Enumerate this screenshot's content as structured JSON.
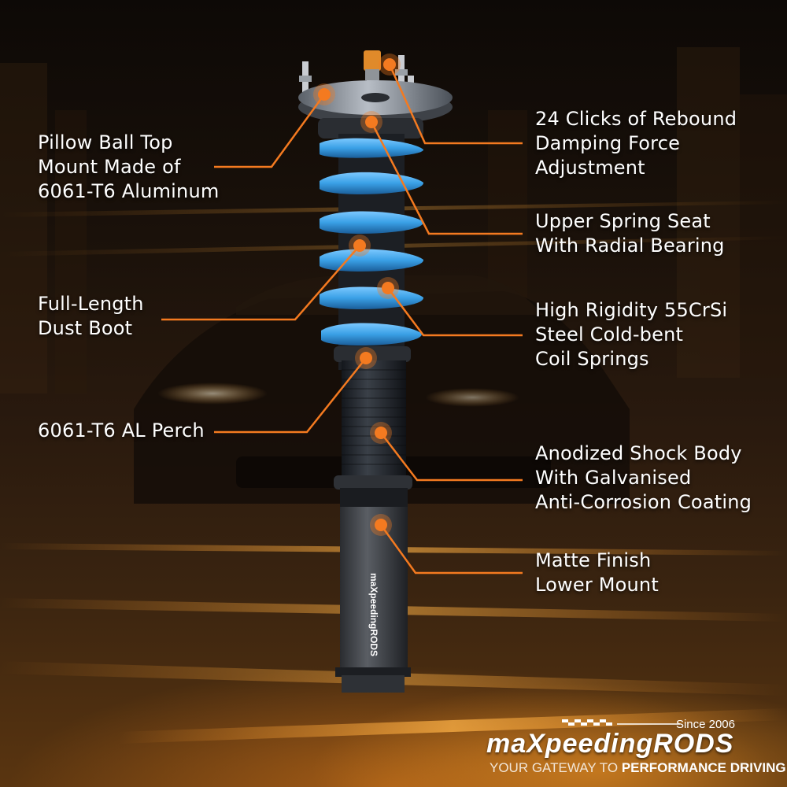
{
  "colors": {
    "accent": "#f47a20",
    "spring": "#3aa0e6",
    "text": "#ffffff"
  },
  "callouts": [
    {
      "id": "pillow-ball-top-mount",
      "lines": [
        "Pillow Ball Top",
        "Mount Made of",
        "6061-T6 Aluminum"
      ]
    },
    {
      "id": "rebound-damping",
      "lines": [
        "24 Clicks of Rebound",
        "Damping Force",
        "Adjustment"
      ]
    },
    {
      "id": "upper-spring-seat",
      "lines": [
        "Upper Spring Seat",
        "With Radial Bearing"
      ]
    },
    {
      "id": "dust-boot",
      "lines": [
        "Full-Length",
        "Dust Boot"
      ]
    },
    {
      "id": "coil-springs",
      "lines": [
        "High Rigidity 55CrSi",
        "Steel Cold-bent",
        "Coil Springs"
      ]
    },
    {
      "id": "al-perch",
      "lines": [
        "6061-T6 AL Perch"
      ]
    },
    {
      "id": "shock-body",
      "lines": [
        "Anodized Shock Body",
        "With Galvanised",
        "Anti-Corrosion Coating"
      ]
    },
    {
      "id": "lower-mount",
      "lines": [
        "Matte Finish",
        "Lower Mount"
      ]
    }
  ],
  "product_marking": "maXpeedingRODS",
  "logo": {
    "since": "Since 2006",
    "brand": "maXpeedingRODS",
    "tagline_start": "YOUR GATEWAY TO",
    "tagline_end": "PERFORMANCE DRIVING"
  }
}
